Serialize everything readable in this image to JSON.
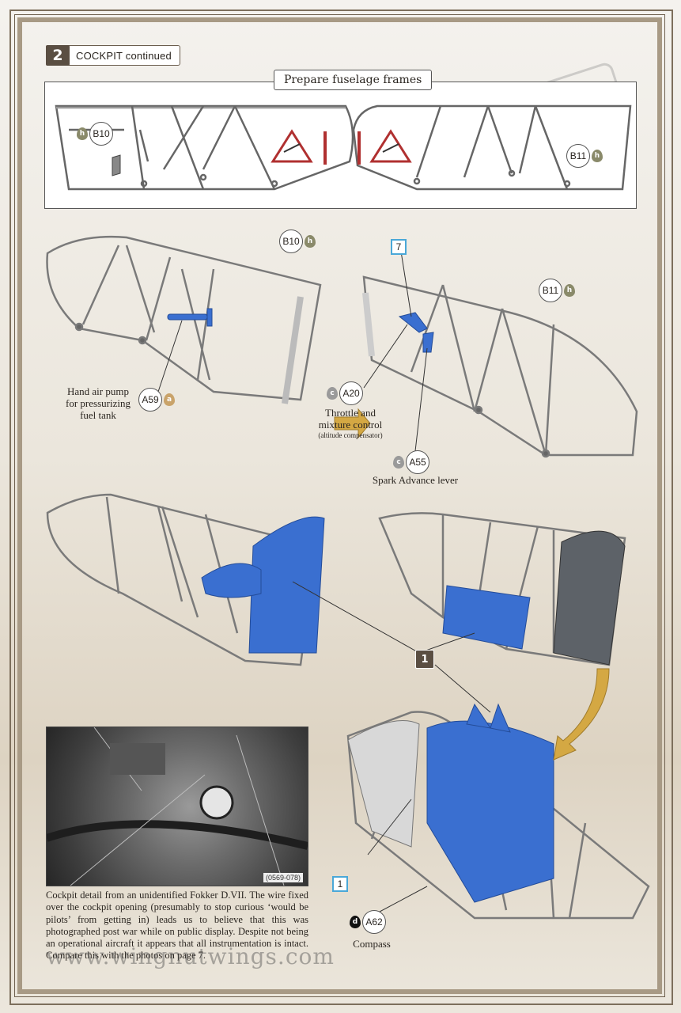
{
  "step": {
    "number": "2",
    "title": "COCKPIT continued"
  },
  "prep_panel": {
    "title": "Prepare fuselage frames"
  },
  "parts": {
    "b10": {
      "code": "B10",
      "paint": "h"
    },
    "b11": {
      "code": "B11",
      "paint": "h"
    },
    "a59": {
      "code": "A59",
      "paint": "a"
    },
    "a20": {
      "code": "A20",
      "paint": "c"
    },
    "a55": {
      "code": "A55",
      "paint": "c"
    },
    "a62": {
      "code": "A62",
      "paint": "d"
    }
  },
  "labels": {
    "hand_pump_line1": "Hand air pump",
    "hand_pump_line2": "for pressurizing",
    "hand_pump_line3": "fuel tank",
    "throttle_line1": "Throttle and",
    "throttle_line2": "mixture control",
    "throttle_note": "(altitude compensator)",
    "spark": "Spark Advance lever",
    "compass": "Compass"
  },
  "ref_badges": {
    "seven": "7",
    "one_sq": "1",
    "one_dark": "1"
  },
  "photo": {
    "ref": "(0569-078)"
  },
  "caption": "Cockpit detail from an unidentified Fokker D.VII. The wire fixed over the cockpit opening (presumably to stop curious ‘would be pilots’ from getting in) leads us to believe that this was photographed post war while on public display. Despite not being an operational aircraft it appears that all instrumentation is intact. Compare this with the photos on page 7.",
  "website": "www.wingnutwings.com",
  "watermark": "WINGNUT WINGS",
  "colors": {
    "blue": "#3a6fd0",
    "frame": "#8c8c8c",
    "paint_h": "#8a8a6a",
    "paint_a": "#c9a36a",
    "paint_c": "#9a9a9a",
    "paint_d": "#111111",
    "accent_red": "#b03030"
  }
}
